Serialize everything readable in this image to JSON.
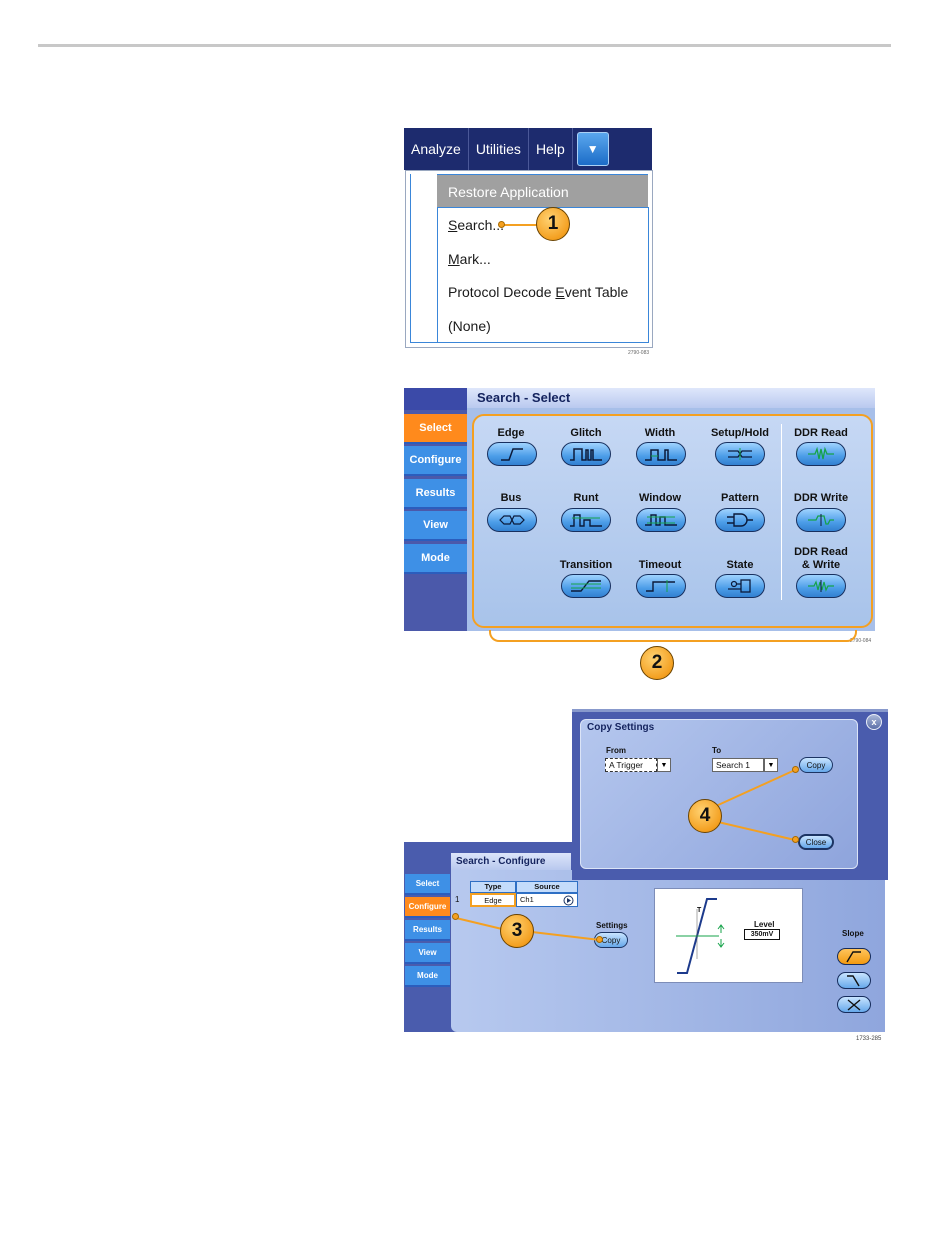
{
  "menu": {
    "bar": [
      "Analyze",
      "Utilities",
      "Help"
    ],
    "dropdown_glyph": "▼",
    "highlight": "Restore Application",
    "items": [
      {
        "pre": "",
        "u": "S",
        "post": "earch..."
      },
      {
        "pre": "",
        "u": "M",
        "post": "ark..."
      },
      {
        "pre": "Protocol Decode ",
        "u": "E",
        "post": "vent Table"
      },
      {
        "pre": "(None)",
        "u": "",
        "post": ""
      }
    ],
    "fig_id": "2790-083"
  },
  "select": {
    "title": "Search - Select",
    "tabs": [
      "Select",
      "Configure",
      "Results",
      "View",
      "Mode"
    ],
    "buttons": [
      {
        "label": "Edge",
        "icon": "edge-icon"
      },
      {
        "label": "Glitch",
        "icon": "glitch-icon"
      },
      {
        "label": "Width",
        "icon": "width-icon"
      },
      {
        "label": "Setup/Hold",
        "icon": "setup-hold-icon"
      },
      {
        "label": "DDR Read",
        "icon": "ddr-read-icon"
      },
      {
        "label": "Bus",
        "icon": "bus-icon"
      },
      {
        "label": "Runt",
        "icon": "runt-icon"
      },
      {
        "label": "Window",
        "icon": "window-icon"
      },
      {
        "label": "Pattern",
        "icon": "pattern-icon"
      },
      {
        "label": "DDR Write",
        "icon": "ddr-write-icon"
      },
      {
        "label": "Transition",
        "icon": "transition-icon"
      },
      {
        "label": "Timeout",
        "icon": "timeout-icon"
      },
      {
        "label": "State",
        "icon": "state-icon"
      },
      {
        "label": "DDR Read\n& Write",
        "icon": "ddr-read-write-icon"
      }
    ],
    "fig_id": "2790-084"
  },
  "copy_settings": {
    "title": "Copy Settings",
    "from_label": "From",
    "from_value": "A Trigger",
    "to_label": "To",
    "to_value": "Search 1",
    "copy_btn": "Copy",
    "close_btn": "Close",
    "close_x": "x"
  },
  "configure": {
    "title": "Search - Configure",
    "tabs": [
      "Select",
      "Configure",
      "Results",
      "View",
      "Mode"
    ],
    "col_type": "Type",
    "col_source": "Source",
    "row_num": "1",
    "row_type": "Edge",
    "row_source": "Ch1",
    "settings_label": "Settings",
    "settings_btn": "Copy",
    "t_marker": "T",
    "level_label": "Level",
    "level_value": "350mV",
    "slope_label": "Slope",
    "fig_id": "1733-285"
  },
  "callouts": [
    "1",
    "2",
    "3",
    "4"
  ],
  "colors": {
    "accent": "#f4a021",
    "menu_bar": "#1d2b6e",
    "tab": "#3e90e6",
    "active_tab": "#ff8a1c"
  }
}
